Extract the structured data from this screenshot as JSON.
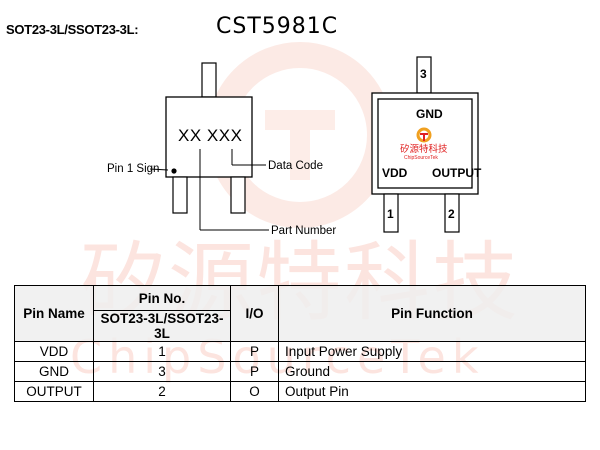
{
  "header": {
    "package_label": "SOT23-3L/SSOT23-3L:",
    "part_title": "CST5981C"
  },
  "diagram_left": {
    "marking": "XX XXX",
    "pin1_label": "Pin 1 Sign",
    "data_code_label": "Data Code",
    "part_number_label": "Part Number"
  },
  "diagram_right": {
    "top_pin_number": "3",
    "gnd_label": "GND",
    "brand_cn": "矽源特科技",
    "brand_en": "ChipSourceTek",
    "vdd_label": "VDD",
    "output_label": "OUTPUT",
    "pin1_number": "1",
    "pin2_number": "2"
  },
  "watermark": {
    "cn_text": "矽源特科技",
    "en_text": "ChipSourceTek"
  },
  "table": {
    "headers": {
      "pin_name": "Pin Name",
      "pin_no": "Pin No.",
      "pin_no_sub": "SOT23-3L/SSOT23-3L",
      "io": "I/O",
      "pin_function": "Pin Function"
    },
    "rows": [
      {
        "name": "VDD",
        "no": "1",
        "io": "P",
        "function": "Input Power Supply"
      },
      {
        "name": "GND",
        "no": "3",
        "io": "P",
        "function": "Ground"
      },
      {
        "name": "OUTPUT",
        "no": "2",
        "io": "O",
        "function": "Output Pin"
      }
    ]
  },
  "colors": {
    "watermark": "#f08070",
    "logo_orange": "#f0a020",
    "brand_red": "#e02020",
    "header_fill": "#eeeeee"
  }
}
